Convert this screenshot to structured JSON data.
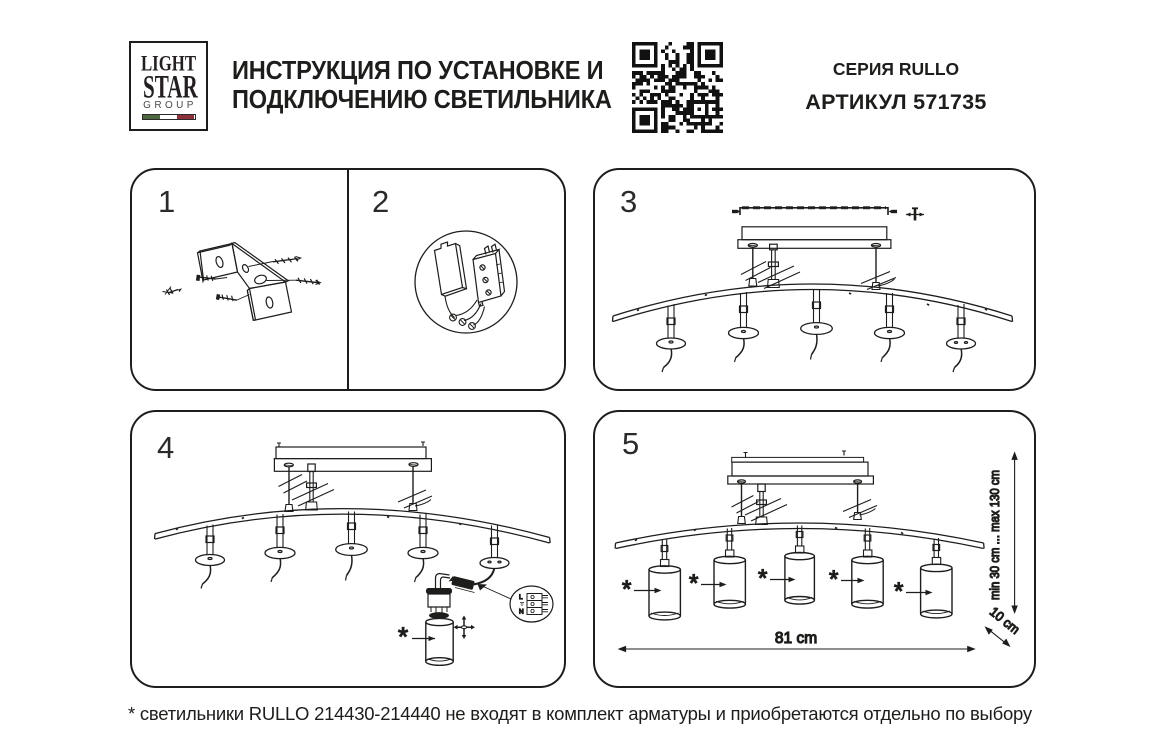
{
  "page": {
    "background": "#ffffff",
    "ink_color": "#1d1d1b"
  },
  "header": {
    "logo": {
      "word1": "LIGHT",
      "word2": "STAR",
      "word3": "GROUP",
      "flag_colors": [
        "#50663f",
        "#ffffff",
        "#8e3039"
      ]
    },
    "title_line1": "ИНСТРУКЦИЯ ПО УСТАНОВКЕ И",
    "title_line2": "ПОДКЛЮЧЕНИЮ СВЕТИЛЬНИКА",
    "series_label": "СЕРИЯ RULLO",
    "article_label": "АРТИКУЛ 571735",
    "qr_modules": 25,
    "qr_matrix": [
      "1111111000100001101111111",
      "1000001001000011101000001",
      "1011101010010000101011101",
      "1011101001001001101011101",
      "1011101001001001101011101",
      "1000001000111001101000001",
      "1111111010101010101111111",
      "0000000010010110100000000",
      "1110111110001110011000100",
      "1011010111011110011100010",
      "0111101110111000001001011",
      "1110100001101111110100000",
      "1000001010110010011110100",
      "0011100011110000010001110",
      "1010011101000100101110111",
      "0101010100110000100100010",
      "1010111011101001111111110",
      "0000000011111101100010010",
      "1111111010011011101010111",
      "1000001010001111100010010",
      "1011101010110010111111111",
      "1011101000110011000101000",
      "1011101011000101111111001",
      "1000001011110000010100010",
      "1111111011001001100111111"
    ]
  },
  "steps": {
    "n1": "1",
    "n2": "2",
    "n3": "3",
    "n4": "4",
    "n5": "5"
  },
  "dimensions": {
    "width_label": "81 cm",
    "height_label": "min 30 cm ... max 130 cm",
    "depth_label": "10 cm"
  },
  "annotations": {
    "asterisk": "*",
    "terminal_live": "L",
    "terminal_neutral": "N"
  },
  "footnote": "* светильники RULLO 214430-214440 не входят в комплект арматуры и приобретаются отдельно по выбору"
}
